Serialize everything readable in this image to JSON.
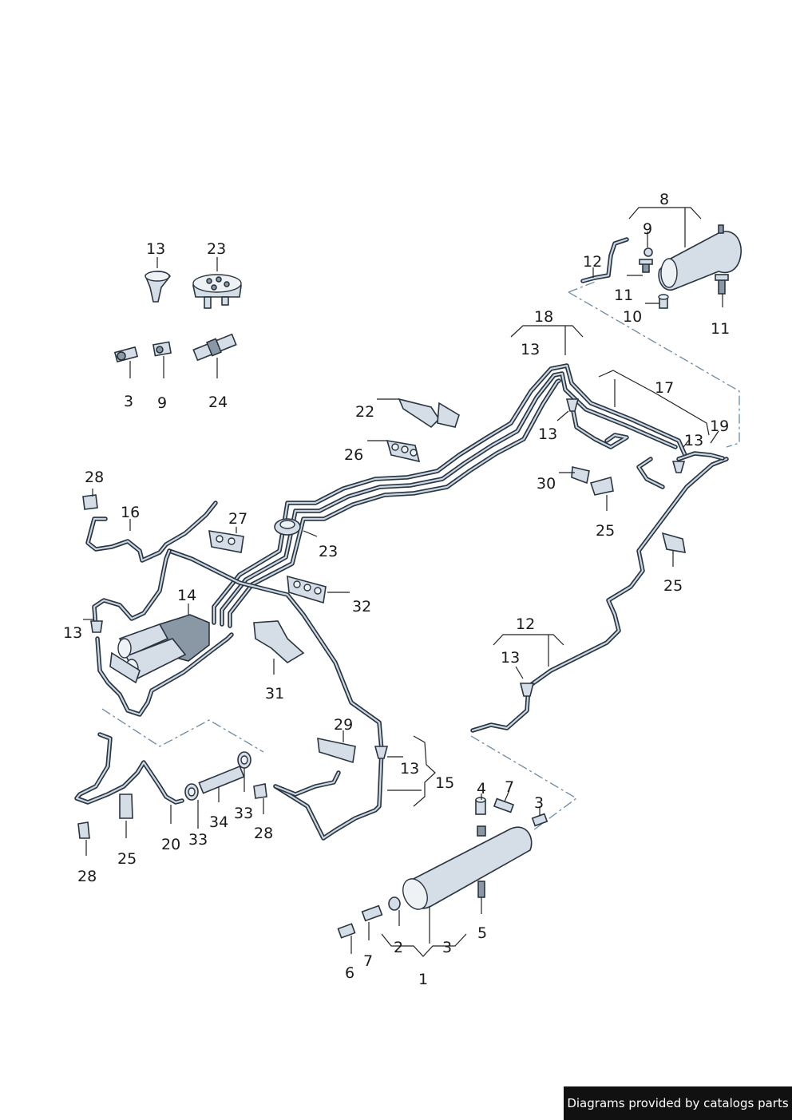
{
  "labels": [
    {
      "id": "l8",
      "text": "8"
    },
    {
      "id": "l9a",
      "text": "9"
    },
    {
      "id": "l12a",
      "text": "12"
    },
    {
      "id": "l11a",
      "text": "11"
    },
    {
      "id": "l10",
      "text": "10"
    },
    {
      "id": "l11b",
      "text": "11"
    },
    {
      "id": "l13a",
      "text": "13"
    },
    {
      "id": "l23a",
      "text": "23"
    },
    {
      "id": "l3a",
      "text": "3"
    },
    {
      "id": "l9b",
      "text": "9"
    },
    {
      "id": "l24",
      "text": "24"
    },
    {
      "id": "l18",
      "text": "18"
    },
    {
      "id": "l13b",
      "text": "13"
    },
    {
      "id": "l17",
      "text": "17"
    },
    {
      "id": "l22",
      "text": "22"
    },
    {
      "id": "l13c",
      "text": "13"
    },
    {
      "id": "l19",
      "text": "19"
    },
    {
      "id": "l13d",
      "text": "13"
    },
    {
      "id": "l26",
      "text": "26"
    },
    {
      "id": "l30",
      "text": "30"
    },
    {
      "id": "l25a",
      "text": "25"
    },
    {
      "id": "l28a",
      "text": "28"
    },
    {
      "id": "l16",
      "text": "16"
    },
    {
      "id": "l27",
      "text": "27"
    },
    {
      "id": "l23b",
      "text": "23"
    },
    {
      "id": "l25b",
      "text": "25"
    },
    {
      "id": "l14",
      "text": "14"
    },
    {
      "id": "l32",
      "text": "32"
    },
    {
      "id": "l13e",
      "text": "13"
    },
    {
      "id": "l12b",
      "text": "12"
    },
    {
      "id": "l13f",
      "text": "13"
    },
    {
      "id": "l31",
      "text": "31"
    },
    {
      "id": "l29",
      "text": "29"
    },
    {
      "id": "l13g",
      "text": "13"
    },
    {
      "id": "l15",
      "text": "15"
    },
    {
      "id": "l4",
      "text": "4"
    },
    {
      "id": "l7a",
      "text": "7"
    },
    {
      "id": "l3b",
      "text": "3"
    },
    {
      "id": "l34",
      "text": "34"
    },
    {
      "id": "l33a",
      "text": "33"
    },
    {
      "id": "l28b",
      "text": "28"
    },
    {
      "id": "l33b",
      "text": "33"
    },
    {
      "id": "l20",
      "text": "20"
    },
    {
      "id": "l25c",
      "text": "25"
    },
    {
      "id": "l28c",
      "text": "28"
    },
    {
      "id": "l5",
      "text": "5"
    },
    {
      "id": "l2",
      "text": "2"
    },
    {
      "id": "l3c",
      "text": "3"
    },
    {
      "id": "l6",
      "text": "6"
    },
    {
      "id": "l7b",
      "text": "7"
    },
    {
      "id": "l1",
      "text": "1"
    }
  ],
  "footer": {
    "text": "Diagrams provided by catalogs parts"
  }
}
